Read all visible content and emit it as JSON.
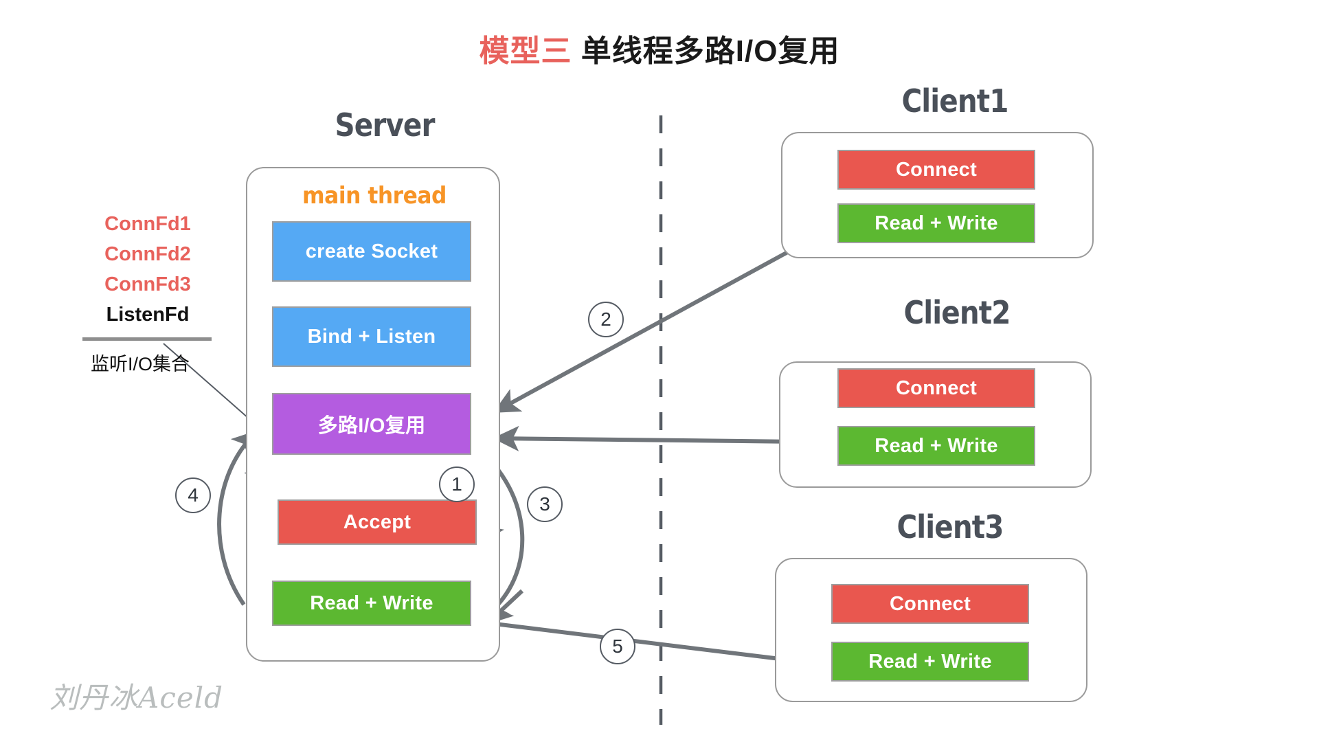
{
  "title": {
    "accent": "模型三",
    "rest": " 单线程多路I/O复用"
  },
  "watermark": "刘丹冰Aceld",
  "server": {
    "heading": "Server",
    "thread_label": "main thread",
    "steps": [
      {
        "label": "create Socket",
        "color": "#55a9f4"
      },
      {
        "label": "Bind + Listen",
        "color": "#55a9f4"
      },
      {
        "label": "多路I/O复用",
        "color": "#b45ce0"
      },
      {
        "label": "Accept",
        "color": "#e9574f"
      },
      {
        "label": "Read + Write",
        "color": "#5cb831"
      }
    ]
  },
  "fd_legend": {
    "items": [
      "ConnFd1",
      "ConnFd2",
      "ConnFd3",
      "ListenFd"
    ],
    "conn_color": "#e8625c",
    "listen_color": "#111111",
    "caption": "监听I/O集合"
  },
  "clients": [
    {
      "heading": "Client1",
      "rows": [
        {
          "label": "Connect",
          "color": "#e9574f"
        },
        {
          "label": "Read + Write",
          "color": "#5cb831"
        }
      ]
    },
    {
      "heading": "Client2",
      "rows": [
        {
          "label": "Connect",
          "color": "#e9574f"
        },
        {
          "label": "Read + Write",
          "color": "#5cb831"
        }
      ]
    },
    {
      "heading": "Client3",
      "rows": [
        {
          "label": "Connect",
          "color": "#e9574f"
        },
        {
          "label": "Read + Write",
          "color": "#5cb831"
        }
      ]
    }
  ],
  "step_markers": [
    {
      "n": "1"
    },
    {
      "n": "2"
    },
    {
      "n": "3"
    },
    {
      "n": "4"
    },
    {
      "n": "5"
    }
  ],
  "colors": {
    "accent_red": "#e8625c",
    "blue": "#55a9f4",
    "purple": "#b45ce0",
    "red": "#e9574f",
    "green": "#5cb831",
    "orange": "#f79426",
    "heading_gray": "#4a5059",
    "arrow_gray": "#70757a",
    "border_gray": "#9a9a9a"
  }
}
